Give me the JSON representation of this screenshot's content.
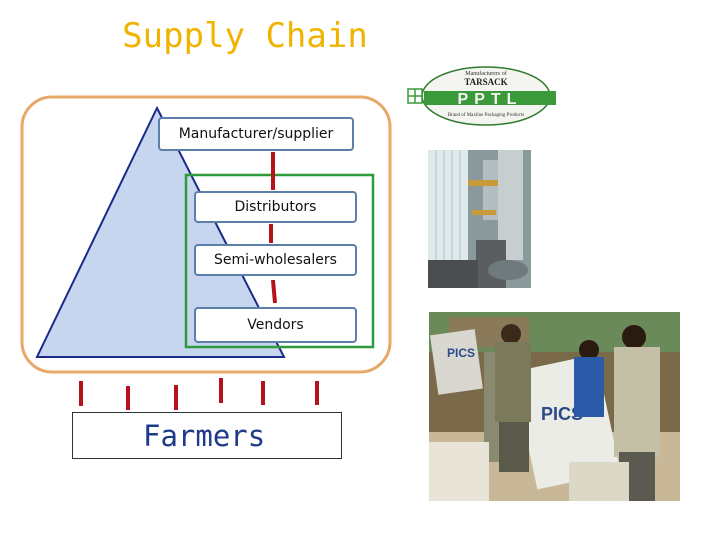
{
  "title": "Supply Chain",
  "chain": {
    "manufacturer": "Manufacturer/supplier",
    "distributors": "Distributors",
    "semi_wholesalers": "Semi-wholesalers",
    "vendors": "Vendors",
    "farmers": "Farmers"
  },
  "logo": {
    "top_text": "Manufacturers of",
    "brand": "TARSACK",
    "name": "PPTL",
    "tagline": "Brand of Maxline Packaging Products"
  },
  "photo_bag_text": "PICS",
  "colors": {
    "title": "#f0b400",
    "outer_border": "#e8a868",
    "inner_border": "#2e9a3a",
    "triangle_fill": "#c5d6ee",
    "triangle_stroke": "#1a2a8a",
    "arrow": "#b5121b",
    "box_border": "#5b7fa8",
    "farmers_text": "#1f3a8a",
    "logo_green": "#3a9a3a"
  }
}
